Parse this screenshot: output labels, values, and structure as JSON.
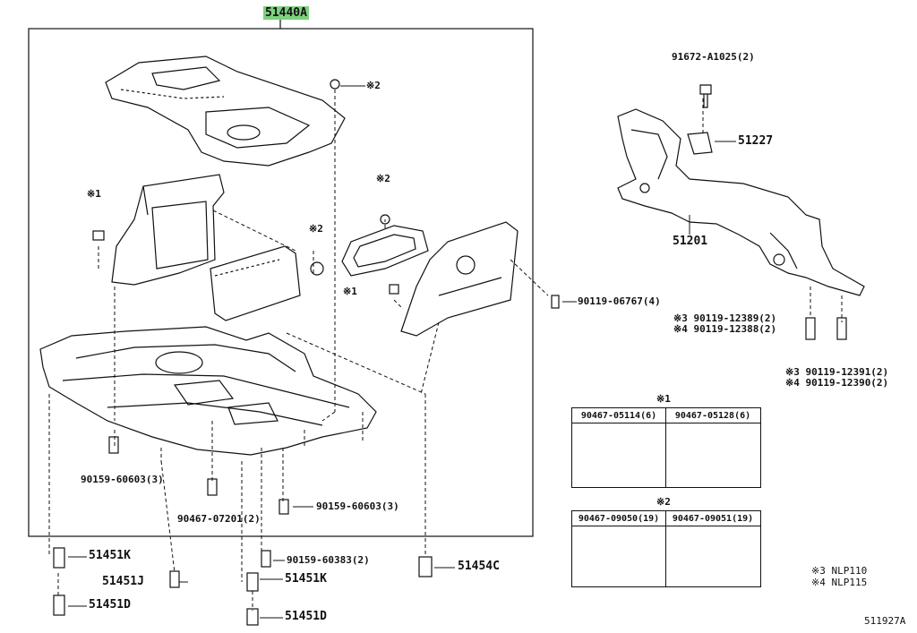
{
  "title": "51440A",
  "right_labels": {
    "p91672": "91672-A1025(2)",
    "p51227": "51227",
    "p51201": "51201",
    "p90119a": "90119-06767(4)",
    "p3a": "※3 90119-12389(2)",
    "p4a": "※4 90119-12388(2)",
    "p3b": "※3 90119-12391(2)",
    "p4b": "※4 90119-12390(2)"
  },
  "inner_labels": {
    "m1a": "※1",
    "m2a": "※2",
    "m2b": "※2",
    "m2c": "※2",
    "m1b": "※1",
    "p90159a": "90159-60603(3)",
    "p90467": "90467-07201(2)",
    "p90159b": "90159-60603(3)"
  },
  "bottom_labels": {
    "p51451k_a": "51451K",
    "p51451j": "51451J",
    "p51451d_a": "51451D",
    "p90159c": "90159-60383(2)",
    "p51451k_b": "51451K",
    "p51451d_b": "51451D",
    "p51454c": "51454C"
  },
  "table1": {
    "mark": "※1",
    "left": "90467-05114(6)",
    "right": "90467-05128(6)"
  },
  "table2": {
    "mark": "※2",
    "left": "90467-09050(19)",
    "right": "90467-09051(19)"
  },
  "notes": {
    "n3": "※3  NLP110",
    "n4": "※4  NLP115"
  },
  "figure_id": "511927A"
}
